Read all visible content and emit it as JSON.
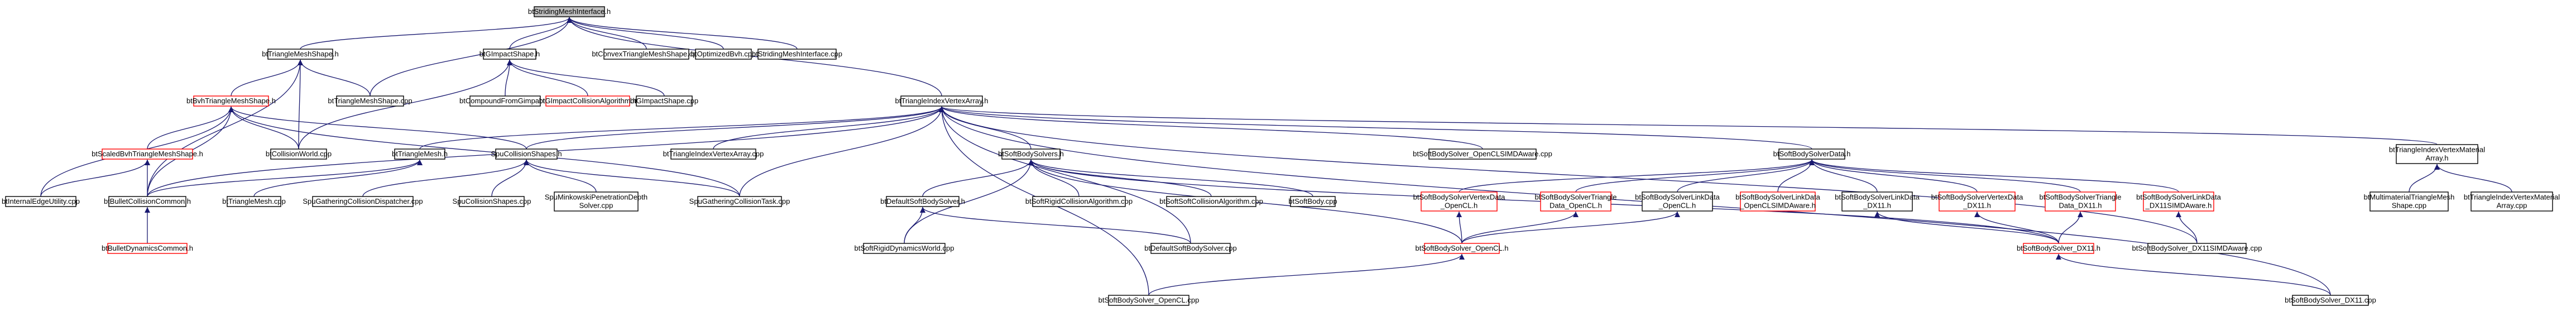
{
  "colors": {
    "edge": "#191970",
    "node_border": "#000000",
    "node_border_red": "#ff0000",
    "node_fill": "#ffffff",
    "root_fill": "#bfbfbf"
  },
  "nodes": {
    "btStridingMeshInterface_h": {
      "label": "btStridingMeshInterface.h",
      "style": "root"
    },
    "btTriangleMeshShape_h": {
      "label": "btTriangleMeshShape.h",
      "style": "normal"
    },
    "btGImpactShape_h": {
      "label": "btGImpactShape.h",
      "style": "normal"
    },
    "btConvexTriangleMeshShape_cpp": {
      "label": "btConvexTriangleMeshShape.cpp",
      "style": "normal"
    },
    "btOptimizedBvh_cpp": {
      "label": "btOptimizedBvh.cpp",
      "style": "normal"
    },
    "btStridingMeshInterface_cpp": {
      "label": "btStridingMeshInterface.cpp",
      "style": "normal"
    },
    "btBvhTriangleMeshShape_h": {
      "label": "btBvhTriangleMeshShape.h",
      "style": "red"
    },
    "btTriangleMeshShape_cpp": {
      "label": "btTriangleMeshShape.cpp",
      "style": "normal"
    },
    "btCompoundFromGimpact_h": {
      "label": "btCompoundFromGimpact.h",
      "style": "normal"
    },
    "btGImpactCollisionAlgorithm_h": {
      "label": "btGImpactCollisionAlgorithm.h",
      "style": "red"
    },
    "btGImpactShape_cpp": {
      "label": "btGImpactShape.cpp",
      "style": "normal"
    },
    "btTriangleIndexVertexArray_h": {
      "label": "btTriangleIndexVertexArray.h",
      "style": "normal"
    },
    "btScaledBvhTriangleMeshShape_h": {
      "label": "btScaledBvhTriangleMeshShape.h",
      "style": "red"
    },
    "btCollisionWorld_cpp": {
      "label": "btCollisionWorld.cpp",
      "style": "normal"
    },
    "btTriangleMesh_h": {
      "label": "btTriangleMesh.h",
      "style": "normal"
    },
    "SpuCollisionShapes_h": {
      "label": "SpuCollisionShapes.h",
      "style": "normal"
    },
    "btTriangleIndexVertexArray_cpp": {
      "label": "btTriangleIndexVertexArray.cpp",
      "style": "normal"
    },
    "btSoftBodySolvers_h": {
      "label": "btSoftBodySolvers.h",
      "style": "normal"
    },
    "btSoftBodySolver_OpenCLSIMDAware_cpp": {
      "label": "btSoftBodySolver_OpenCLSIMDAware.cpp",
      "style": "normal"
    },
    "btSoftBodySolverData_h": {
      "label": "btSoftBodySolverData.h",
      "style": "normal"
    },
    "btTriangleIndexVertexMaterialArray_h": {
      "label": "btTriangleIndexVertexMaterial\nArray.h",
      "style": "normal"
    },
    "btInternalEdgeUtility_cpp": {
      "label": "btInternalEdgeUtility.cpp",
      "style": "normal"
    },
    "btBulletCollisionCommon_h": {
      "label": "btBulletCollisionCommon.h",
      "style": "normal"
    },
    "btTriangleMesh_cpp": {
      "label": "btTriangleMesh.cpp",
      "style": "normal"
    },
    "SpuGatheringCollisionDispatcher_cpp": {
      "label": "SpuGatheringCollisionDispatcher.cpp",
      "style": "normal"
    },
    "SpuCollisionShapes_cpp": {
      "label": "SpuCollisionShapes.cpp",
      "style": "normal"
    },
    "SpuMinkowskiPenetrationDepthSolver_cpp": {
      "label": "SpuMinkowskiPenetrationDepth\nSolver.cpp",
      "style": "normal"
    },
    "SpuGatheringCollisionTask_cpp": {
      "label": "SpuGatheringCollisionTask.cpp",
      "style": "normal"
    },
    "btDefaultSoftBodySolver_h": {
      "label": "btDefaultSoftBodySolver.h",
      "style": "normal"
    },
    "btSoftRigidCollisionAlgorithm_cpp": {
      "label": "btSoftRigidCollisionAlgorithm.cpp",
      "style": "normal"
    },
    "btSoftSoftCollisionAlgorithm_cpp": {
      "label": "btSoftSoftCollisionAlgorithm.cpp",
      "style": "normal"
    },
    "btSoftBody_cpp": {
      "label": "btSoftBody.cpp",
      "style": "normal"
    },
    "btBulletDynamicsCommon_h": {
      "label": "btBulletDynamicsCommon.h",
      "style": "red"
    },
    "btSoftRigidDynamicsWorld_cpp": {
      "label": "btSoftRigidDynamicsWorld.cpp",
      "style": "normal"
    },
    "btDefaultSoftBodySolver_cpp": {
      "label": "btDefaultSoftBodySolver.cpp",
      "style": "normal"
    },
    "btSoftBodySolverVertexData_OpenCL_h": {
      "label": "btSoftBodySolverVertexData\n_OpenCL.h",
      "style": "red"
    },
    "btSoftBodySolverTriangleData_OpenCL_h": {
      "label": "btSoftBodySolverTriangle\nData_OpenCL.h",
      "style": "red"
    },
    "btSoftBodySolverLinkData_OpenCL_h": {
      "label": "btSoftBodySolverLinkData\n_OpenCL.h",
      "style": "normal"
    },
    "btSoftBodySolverLinkData_OpenCLSIMDAware_h": {
      "label": "btSoftBodySolverLinkData\n_OpenCLSIMDAware.h",
      "style": "red"
    },
    "btSoftBodySolverLinkData_DX11_h": {
      "label": "btSoftBodySolverLinkData\n_DX11.h",
      "style": "normal"
    },
    "btSoftBodySolverVertexData_DX11_h": {
      "label": "btSoftBodySolverVertexData\n_DX11.h",
      "style": "red"
    },
    "btSoftBodySolverTriangleData_DX11_h": {
      "label": "btSoftBodySolverTriangle\nData_DX11.h",
      "style": "red"
    },
    "btSoftBodySolverLinkData_DX11SIMDAware_h": {
      "label": "btSoftBodySolverLinkData\n_DX11SIMDAware.h",
      "style": "red"
    },
    "btMultimaterialTriangleMeshShape_cpp": {
      "label": "btMultimaterialTriangleMesh\nShape.cpp",
      "style": "normal"
    },
    "btTriangleIndexVertexMaterialArray_cpp": {
      "label": "btTriangleIndexVertexMaterial\nArray.cpp",
      "style": "normal"
    },
    "btSoftBodySolver_OpenCL_h": {
      "label": "btSoftBodySolver_OpenCL.h",
      "style": "red"
    },
    "btSoftBodySolver_DX11_h": {
      "label": "btSoftBodySolver_DX11.h",
      "style": "red"
    },
    "btSoftBodySolver_DX11SIMDAware_cpp": {
      "label": "btSoftBodySolver_DX11SIMDAware.cpp",
      "style": "normal"
    },
    "btSoftBodySolver_OpenCL_cpp": {
      "label": "btSoftBodySolver_OpenCL.cpp",
      "style": "normal"
    },
    "btSoftBodySolver_DX11_cpp": {
      "label": "btSoftBodySolver_DX11.cpp",
      "style": "normal"
    }
  },
  "edges": [
    [
      "btStridingMeshInterface_h",
      "btTriangleMeshShape_h"
    ],
    [
      "btStridingMeshInterface_h",
      "btGImpactShape_h"
    ],
    [
      "btStridingMeshInterface_h",
      "btConvexTriangleMeshShape_cpp"
    ],
    [
      "btStridingMeshInterface_h",
      "btOptimizedBvh_cpp"
    ],
    [
      "btStridingMeshInterface_h",
      "btStridingMeshInterface_cpp"
    ],
    [
      "btStridingMeshInterface_h",
      "btTriangleMeshShape_cpp"
    ],
    [
      "btStridingMeshInterface_h",
      "btTriangleIndexVertexArray_h"
    ],
    [
      "btTriangleMeshShape_h",
      "btBvhTriangleMeshShape_h"
    ],
    [
      "btTriangleMeshShape_h",
      "btTriangleMeshShape_cpp"
    ],
    [
      "btTriangleMeshShape_h",
      "btCollisionWorld_cpp"
    ],
    [
      "btTriangleMeshShape_h",
      "btBulletCollisionCommon_h"
    ],
    [
      "btGImpactShape_h",
      "btCompoundFromGimpact_h"
    ],
    [
      "btGImpactShape_h",
      "btGImpactCollisionAlgorithm_h"
    ],
    [
      "btGImpactShape_h",
      "btGImpactShape_cpp"
    ],
    [
      "btGImpactShape_h",
      "btCollisionWorld_cpp"
    ],
    [
      "btBvhTriangleMeshShape_h",
      "btScaledBvhTriangleMeshShape_h"
    ],
    [
      "btBvhTriangleMeshShape_h",
      "btInternalEdgeUtility_cpp"
    ],
    [
      "btBvhTriangleMeshShape_h",
      "btBulletCollisionCommon_h"
    ],
    [
      "btBvhTriangleMeshShape_h",
      "btCollisionWorld_cpp"
    ],
    [
      "btBvhTriangleMeshShape_h",
      "SpuCollisionShapes_h"
    ],
    [
      "btBvhTriangleMeshShape_h",
      "SpuGatheringCollisionTask_cpp"
    ],
    [
      "btScaledBvhTriangleMeshShape_h",
      "btInternalEdgeUtility_cpp"
    ],
    [
      "btScaledBvhTriangleMeshShape_h",
      "btBulletCollisionCommon_h"
    ],
    [
      "btBulletCollisionCommon_h",
      "btBulletDynamicsCommon_h"
    ],
    [
      "btTriangleIndexVertexArray_h",
      "btBulletCollisionCommon_h"
    ],
    [
      "btTriangleIndexVertexArray_h",
      "btTriangleMesh_h"
    ],
    [
      "btTriangleIndexVertexArray_h",
      "SpuCollisionShapes_h"
    ],
    [
      "btTriangleIndexVertexArray_h",
      "btTriangleIndexVertexArray_cpp"
    ],
    [
      "btTriangleIndexVertexArray_h",
      "btSoftBodySolvers_h"
    ],
    [
      "btTriangleIndexVertexArray_h",
      "btSoftBodySolver_OpenCLSIMDAware_cpp"
    ],
    [
      "btTriangleIndexVertexArray_h",
      "btSoftBodySolverData_h"
    ],
    [
      "btTriangleIndexVertexArray_h",
      "btTriangleIndexVertexMaterialArray_h"
    ],
    [
      "btTriangleIndexVertexArray_h",
      "SpuGatheringCollisionTask_cpp"
    ],
    [
      "btTriangleIndexVertexArray_h",
      "btDefaultSoftBodySolver_cpp"
    ],
    [
      "btTriangleIndexVertexArray_h",
      "btSoftBodySolver_OpenCL_cpp"
    ],
    [
      "btTriangleIndexVertexArray_h",
      "btSoftBodySolver_DX11SIMDAware_cpp"
    ],
    [
      "btTriangleIndexVertexArray_h",
      "btSoftBodySolver_DX11_cpp"
    ],
    [
      "btTriangleMesh_h",
      "btBulletCollisionCommon_h"
    ],
    [
      "btTriangleMesh_h",
      "btTriangleMesh_cpp"
    ],
    [
      "SpuCollisionShapes_h",
      "SpuGatheringCollisionDispatcher_cpp"
    ],
    [
      "SpuCollisionShapes_h",
      "SpuCollisionShapes_cpp"
    ],
    [
      "SpuCollisionShapes_h",
      "SpuMinkowskiPenetrationDepthSolver_cpp"
    ],
    [
      "SpuCollisionShapes_h",
      "SpuGatheringCollisionTask_cpp"
    ],
    [
      "btSoftBodySolvers_h",
      "btDefaultSoftBodySolver_h"
    ],
    [
      "btSoftBodySolvers_h",
      "btSoftRigidCollisionAlgorithm_cpp"
    ],
    [
      "btSoftBodySolvers_h",
      "btSoftSoftCollisionAlgorithm_cpp"
    ],
    [
      "btSoftBodySolvers_h",
      "btSoftBody_cpp"
    ],
    [
      "btSoftBodySolvers_h",
      "btSoftRigidDynamicsWorld_cpp"
    ],
    [
      "btSoftBodySolvers_h",
      "btSoftBodySolver_OpenCL_h"
    ],
    [
      "btSoftBodySolvers_h",
      "btSoftBodySolver_DX11_h"
    ],
    [
      "btDefaultSoftBodySolver_h",
      "btSoftRigidDynamicsWorld_cpp"
    ],
    [
      "btDefaultSoftBodySolver_h",
      "btDefaultSoftBodySolver_cpp"
    ],
    [
      "btSoftBodySolverData_h",
      "btSoftBodySolverVertexData_OpenCL_h"
    ],
    [
      "btSoftBodySolverData_h",
      "btSoftBodySolverTriangleData_OpenCL_h"
    ],
    [
      "btSoftBodySolverData_h",
      "btSoftBodySolverLinkData_OpenCL_h"
    ],
    [
      "btSoftBodySolverData_h",
      "btSoftBodySolverLinkData_OpenCLSIMDAware_h"
    ],
    [
      "btSoftBodySolverData_h",
      "btSoftBodySolverLinkData_DX11_h"
    ],
    [
      "btSoftBodySolverData_h",
      "btSoftBodySolverVertexData_DX11_h"
    ],
    [
      "btSoftBodySolverData_h",
      "btSoftBodySolverTriangleData_DX11_h"
    ],
    [
      "btSoftBodySolverData_h",
      "btSoftBodySolverLinkData_DX11SIMDAware_h"
    ],
    [
      "btSoftBodySolverVertexData_OpenCL_h",
      "btSoftBodySolver_OpenCL_h"
    ],
    [
      "btSoftBodySolverTriangleData_OpenCL_h",
      "btSoftBodySolver_OpenCL_h"
    ],
    [
      "btSoftBodySolverLinkData_OpenCL_h",
      "btSoftBodySolver_OpenCL_h"
    ],
    [
      "btSoftBodySolverLinkData_DX11_h",
      "btSoftBodySolver_DX11_h"
    ],
    [
      "btSoftBodySolverVertexData_DX11_h",
      "btSoftBodySolver_DX11_h"
    ],
    [
      "btSoftBodySolverTriangleData_DX11_h",
      "btSoftBodySolver_DX11_h"
    ],
    [
      "btSoftBodySolverLinkData_DX11SIMDAware_h",
      "btSoftBodySolver_DX11SIMDAware_cpp"
    ],
    [
      "btSoftBodySolver_OpenCL_h",
      "btSoftBodySolver_OpenCL_cpp"
    ],
    [
      "btSoftBodySolver_DX11_h",
      "btSoftBodySolver_DX11_cpp"
    ],
    [
      "btTriangleIndexVertexMaterialArray_h",
      "btMultimaterialTriangleMeshShape_cpp"
    ],
    [
      "btTriangleIndexVertexMaterialArray_h",
      "btTriangleIndexVertexMaterialArray_cpp"
    ]
  ]
}
